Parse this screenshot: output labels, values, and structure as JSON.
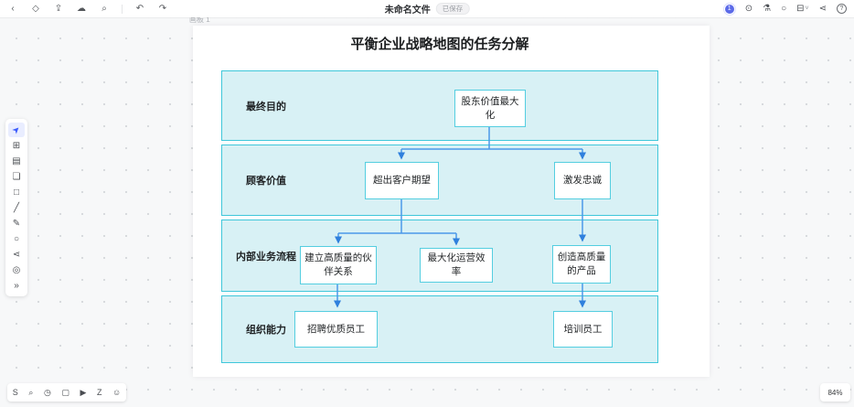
{
  "top_bar": {
    "title": "未命名文件",
    "status_badge": "已保存",
    "avatar_label": "1",
    "left_icons": [
      {
        "name": "back-icon",
        "glyph": "‹"
      },
      {
        "name": "shape-library-icon",
        "glyph": "◇"
      },
      {
        "name": "export-icon",
        "glyph": "⇪"
      },
      {
        "name": "cloud-sync-icon",
        "glyph": "☁"
      },
      {
        "name": "search-icon",
        "glyph": "⌕"
      },
      {
        "name": "undo-icon",
        "glyph": "↶"
      },
      {
        "name": "redo-icon",
        "glyph": "↷"
      }
    ],
    "right_icons": [
      {
        "name": "focus-mode-icon",
        "glyph": "⊙"
      },
      {
        "name": "experiment-icon",
        "glyph": "⚗"
      },
      {
        "name": "timer-icon",
        "glyph": "○"
      },
      {
        "name": "layout-panel-icon",
        "glyph": "⊟",
        "caret": "˅"
      },
      {
        "name": "share-icon",
        "glyph": "⋖"
      },
      {
        "name": "help-icon",
        "glyph": "?"
      }
    ]
  },
  "left_toolbar": {
    "items": [
      {
        "name": "select-tool",
        "glyph": "➤",
        "active": true
      },
      {
        "name": "frame-tool",
        "glyph": "⊞",
        "active": false
      },
      {
        "name": "template-tool",
        "glyph": "▤",
        "active": false
      },
      {
        "name": "sticky-note-tool",
        "glyph": "❏",
        "active": false
      },
      {
        "name": "shape-tool",
        "glyph": "□",
        "active": false
      },
      {
        "name": "line-tool",
        "glyph": "╱",
        "active": false
      },
      {
        "name": "pen-tool",
        "glyph": "✎",
        "active": false
      },
      {
        "name": "ellipse-tool",
        "glyph": "○",
        "active": false
      },
      {
        "name": "connector-tool",
        "glyph": "⋖",
        "active": false
      },
      {
        "name": "interact-tool",
        "glyph": "◎",
        "active": false
      },
      {
        "name": "more-tools",
        "glyph": "»",
        "active": false
      }
    ]
  },
  "bottom_toolbar": {
    "items": [
      {
        "name": "theme-tool",
        "glyph": "S"
      },
      {
        "name": "search-tool",
        "glyph": "⌕"
      },
      {
        "name": "timer-tool",
        "glyph": "◷"
      },
      {
        "name": "comment-tool",
        "glyph": "▢"
      },
      {
        "name": "media-tool",
        "glyph": "▶"
      },
      {
        "name": "z-order-tool",
        "glyph": "Z"
      },
      {
        "name": "emoji-tool",
        "glyph": "☺"
      }
    ]
  },
  "canvas": {
    "frame_label": "画板 1",
    "zoom_indicator": "84%"
  },
  "diagram": {
    "title": "平衡企业战略地图的任务分解",
    "rows": [
      {
        "label": "最终目的"
      },
      {
        "label": "顾客价值"
      },
      {
        "label": "内部业务流程"
      },
      {
        "label": "组织能力"
      }
    ],
    "nodes": [
      {
        "text": "股东价值最大化"
      },
      {
        "text": "超出客户期望"
      },
      {
        "text": "激发忠诚"
      },
      {
        "text": "建立高质量的伙伴关系"
      },
      {
        "text": "最大化运营效率"
      },
      {
        "text": "创造高质量的产品"
      },
      {
        "text": "招聘优质员工"
      },
      {
        "text": "培训员工"
      }
    ],
    "edges": [
      {
        "from": "股东价值最大化",
        "to": "超出客户期望"
      },
      {
        "from": "股东价值最大化",
        "to": "激发忠诚"
      },
      {
        "from": "超出客户期望",
        "to": "建立高质量的伙伴关系"
      },
      {
        "from": "超出客户期望",
        "to": "最大化运营效率"
      },
      {
        "from": "激发忠诚",
        "to": "创造高质量的产品"
      },
      {
        "from": "建立高质量的伙伴关系",
        "to": "招聘优质员工"
      },
      {
        "from": "创造高质量的产品",
        "to": "培训员工"
      }
    ],
    "colors": {
      "band_fill": "#d8f1f5",
      "band_border": "#3fc7da",
      "node_border": "#54cee0",
      "connector": "#4b99e9",
      "accent": "#3b5bfd"
    }
  }
}
